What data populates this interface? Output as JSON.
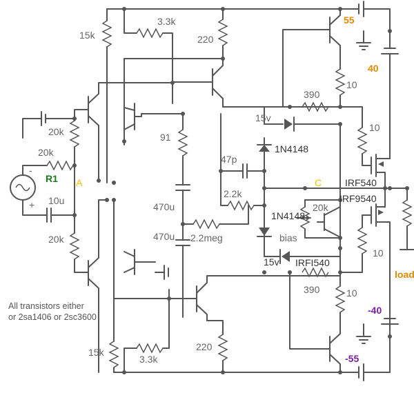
{
  "colors": {
    "wire": "#555555",
    "supply_label": "#e08a00",
    "negative_supply_label": "#7b1fa2",
    "r1_label": "#1a7a1a",
    "node_label": "#f2c200"
  },
  "labels": {
    "r_15k_top": "15k",
    "r_3k3_top": "3.3k",
    "r_220_top": "220",
    "v_55": "55",
    "v_40": "40",
    "r_390_top": "390",
    "r_10_top": "10",
    "v_15v_top": "15v",
    "r_10_q_top": "10",
    "r_20k_a": "20k",
    "r_20k_fb": "20k",
    "r1": "R1",
    "node_a": "A",
    "c_10u": "10u",
    "r_91": "91",
    "c_47p": "47p",
    "r_2k2": "2.2k",
    "node_c": "C",
    "irf540": "IRF540",
    "irf9540": "IRF9540",
    "d_1n4148_top": "1N4148",
    "d_1n4148_bot": "1N4148",
    "pot_20k": "20k",
    "c_470u_a": "470u",
    "c_470u_b": "470u",
    "r_2meg": "2.2meg",
    "bias": "bias",
    "r_20k_b": "20k",
    "v_15v_bot": "15v",
    "irfi540": "IRFI540",
    "load": "load",
    "r_390_bot": "390",
    "r_10_bot": "10",
    "r_10_q_bot": "10",
    "v_neg40": "-40",
    "note_line1": "All transistors either",
    "note_line2": "or 2sa1406 or 2sc3600",
    "r_15k_bot": "15k",
    "r_3k3_bot": "3.3k",
    "r_220_bot": "220",
    "v_neg55": "-55"
  }
}
